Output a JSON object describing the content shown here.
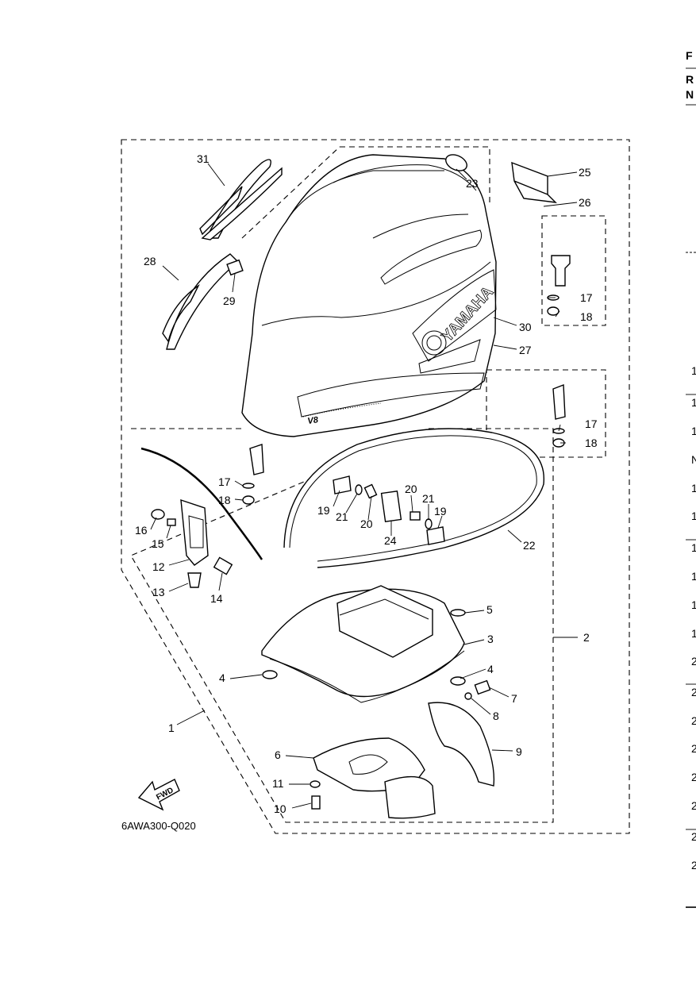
{
  "figure_code": "6AWA300-Q020",
  "fwd_label": "FWD",
  "brand_text": "YAMAHA",
  "model_text": "V8",
  "edge_fragments": [
    "F",
    "R",
    "N"
  ],
  "edge_numbers": [
    "1",
    "1",
    "1",
    "N",
    "1",
    "1",
    "1",
    "1",
    "1",
    "1",
    "2",
    "2",
    "2",
    "2",
    "2",
    "2",
    "2",
    "2"
  ],
  "callouts": {
    "p1": "1",
    "p2": "2",
    "p3": "3",
    "p4a": "4",
    "p4b": "4",
    "p5": "5",
    "p6": "6",
    "p7": "7",
    "p8": "8",
    "p9": "9",
    "p10": "10",
    "p11": "11",
    "p12": "12",
    "p13": "13",
    "p14": "14",
    "p15": "15",
    "p16": "16",
    "p17a": "17",
    "p17b": "17",
    "p17c": "17",
    "p18a": "18",
    "p18b": "18",
    "p18c": "18",
    "p19a": "19",
    "p19b": "19",
    "p20a": "20",
    "p20b": "20",
    "p21a": "21",
    "p21b": "21",
    "p22": "22",
    "p23": "23",
    "p24": "24",
    "p25": "25",
    "p26": "26",
    "p27": "27",
    "p28": "28",
    "p29": "29",
    "p30": "30",
    "p31": "31"
  }
}
